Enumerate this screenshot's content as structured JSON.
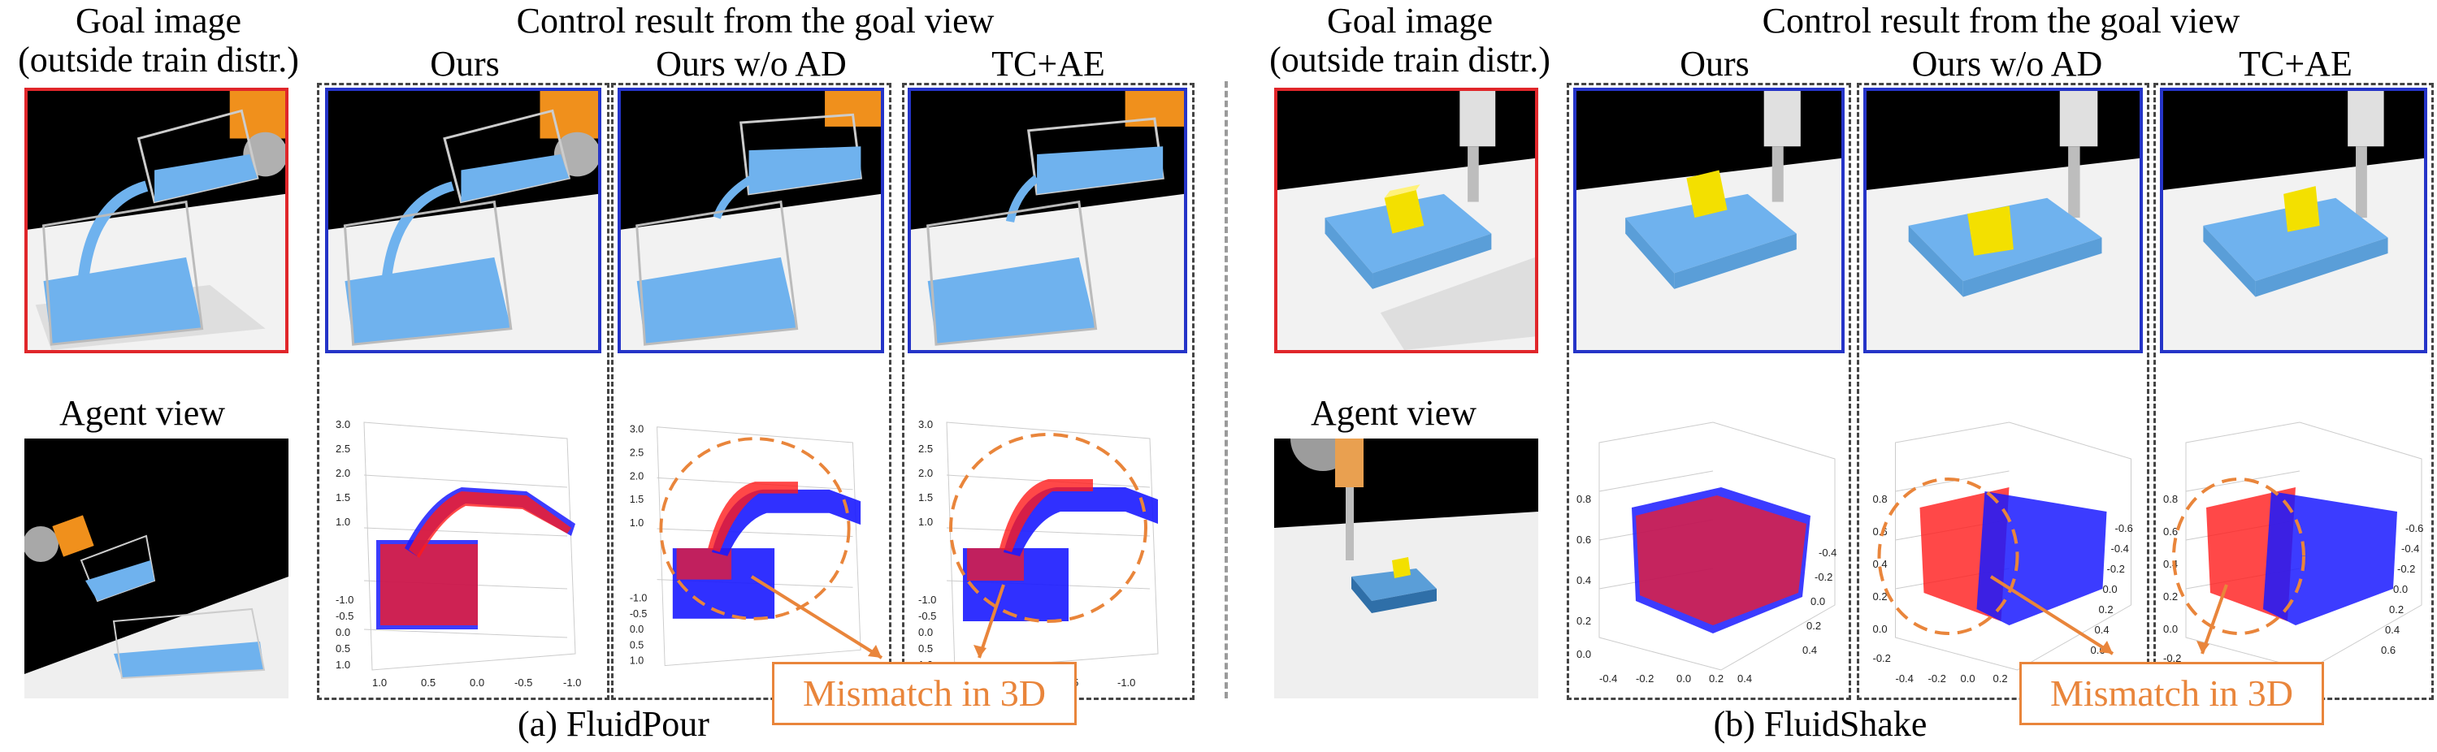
{
  "headers": {
    "goal_image_line1": "Goal image",
    "goal_image_line2": "(outside train distr.)",
    "control_result": "Control result from the goal view",
    "ours": "Ours",
    "ours_wo_ad": "Ours w/o AD",
    "tc_ae": "TC+AE",
    "agent_view": "Agent view"
  },
  "panels": {
    "a": {
      "caption": "(a) FluidPour",
      "mismatch": "Mismatch in 3D",
      "yticks": [
        "3.0",
        "2.5",
        "2.0",
        "1.5",
        "1.0",
        "0.5",
        "0.0",
        "-0.5",
        "-1.0"
      ],
      "yticks_left": [
        "3.0",
        "2.5",
        "2.0",
        "1.5",
        "1.0",
        "-1.0",
        "-0.5",
        "0.0",
        "0.5",
        "1.0"
      ],
      "xticks": [
        "1.0",
        "0.5",
        "0.0",
        "-0.5",
        "-1.0"
      ]
    },
    "b": {
      "caption": "(b) FluidShake",
      "mismatch": "Mismatch in 3D",
      "zticks": [
        "0.8",
        "0.6",
        "0.4",
        "0.2",
        "0.0"
      ],
      "zticks_wide": [
        "0.8",
        "0.6",
        "0.4",
        "0.2",
        "0.0",
        "-0.2"
      ],
      "xticks": [
        "-0.4",
        "-0.2",
        "0.0",
        "0.2",
        "0.4"
      ],
      "xticks_short": [
        "-0.4",
        "-0.2",
        "0.0",
        "0.2",
        "0.4"
      ],
      "yticks_side": [
        "-0.4",
        "-0.2",
        "0.0",
        "0.2",
        "0.4"
      ],
      "yticks_side_wide": [
        "-0.6",
        "-0.4",
        "-0.2",
        "0.0",
        "0.2",
        "0.4",
        "0.6"
      ]
    }
  },
  "colors": {
    "goal_border": "#e0262a",
    "result_border": "#2534c8",
    "accent_orange": "#e9853b",
    "fluid_blue": "#6fb2ee",
    "particles_red": "#ff1a1a",
    "particles_blue": "#1a1aff"
  }
}
